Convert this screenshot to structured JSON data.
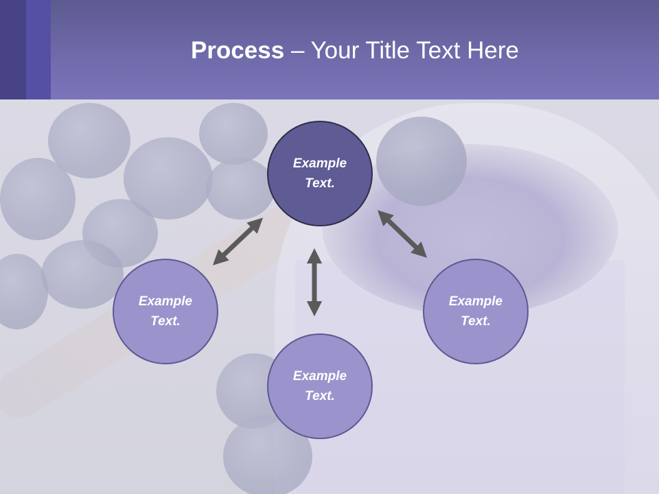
{
  "slide": {
    "title_strong": "Process",
    "title_rest": " – Your Title Text Here"
  },
  "nodes": {
    "center": "Example Text.",
    "left": "Example Text.",
    "bottom": "Example Text.",
    "right": "Example Text."
  },
  "colors": {
    "header": "#7b75bb",
    "header_accent_dark": "#474386",
    "header_accent": "#5650a4",
    "center_node": "#5f5b95",
    "satellite_node": "#9a93cc",
    "arrow": "#5a5a5a"
  }
}
